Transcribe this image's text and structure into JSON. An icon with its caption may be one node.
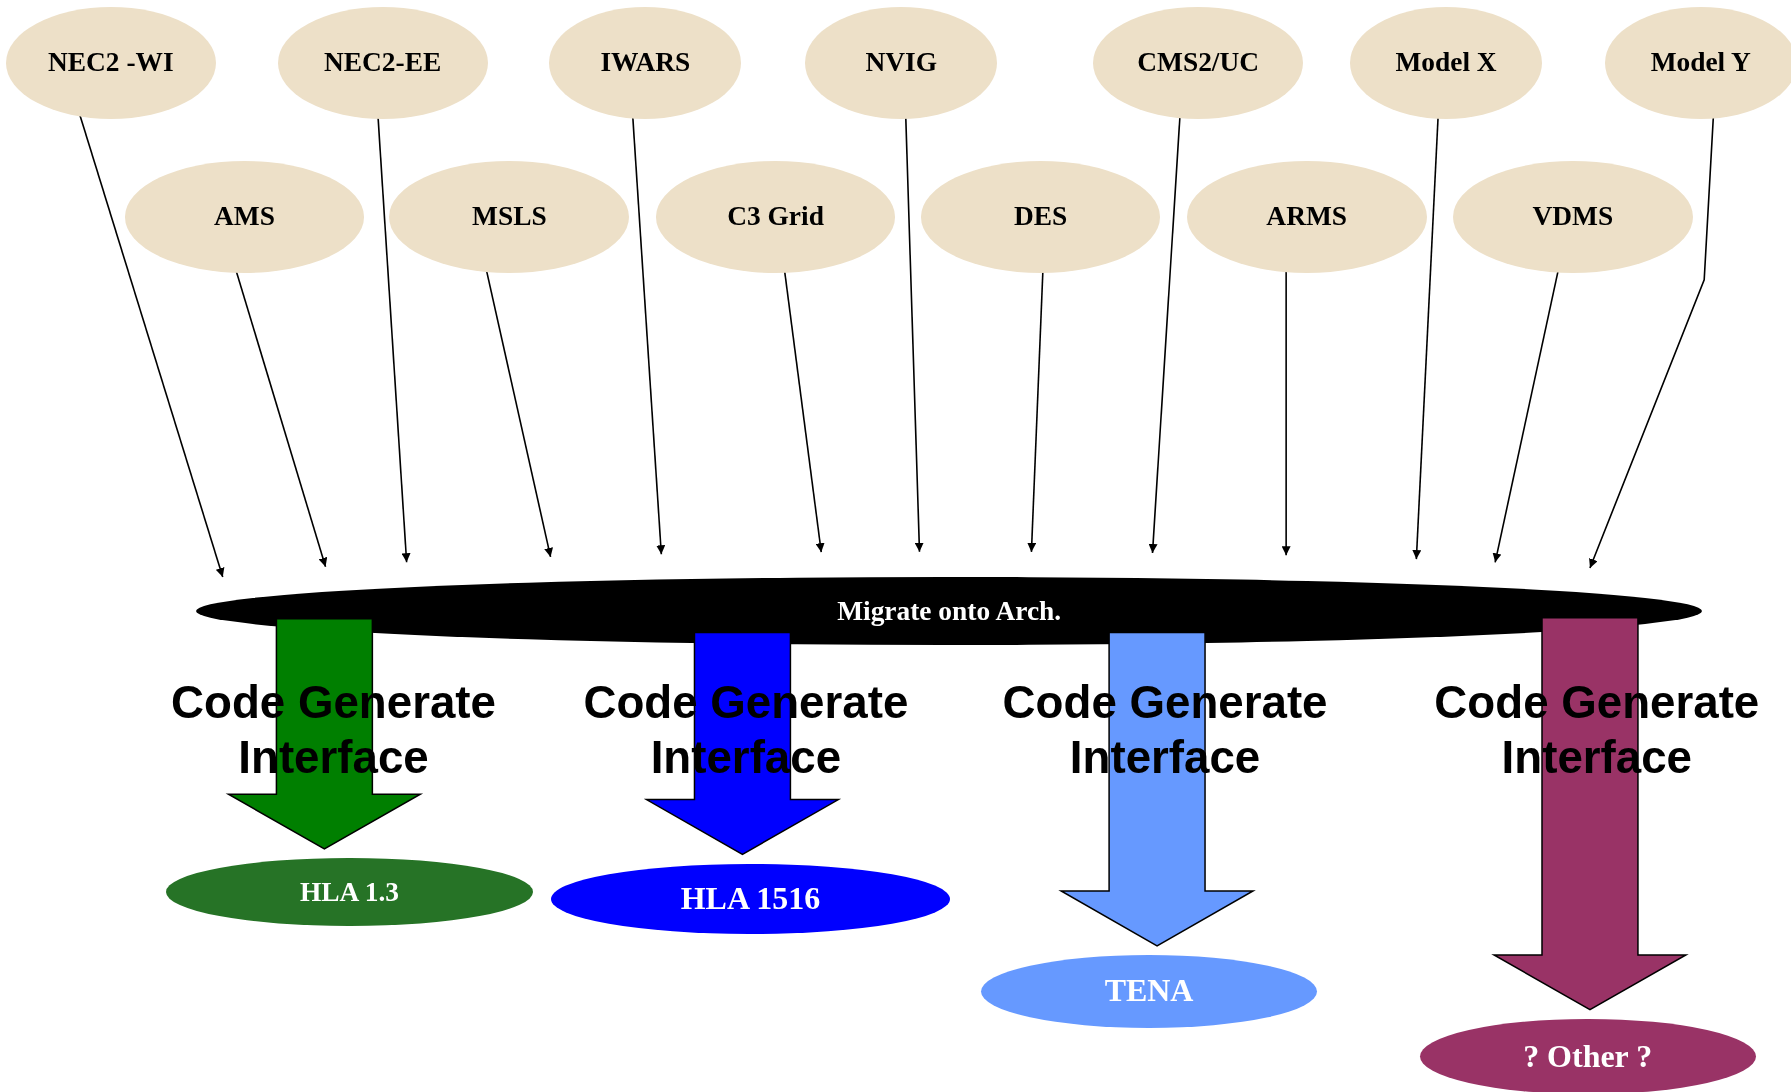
{
  "diagram": {
    "nodes": [
      {
        "text": [
          "NEC2 -WI"
        ]
      },
      {
        "text": [
          "NEC2-EE"
        ]
      },
      {
        "text": [
          "IWARS"
        ]
      },
      {
        "text": [
          "NVIG"
        ]
      },
      {
        "text": [
          "CMS2/UC"
        ]
      },
      {
        "text": [
          "Model X"
        ]
      },
      {
        "text": [
          "Model Y"
        ]
      },
      {
        "text": [
          "AMS"
        ]
      },
      {
        "text": [
          "MSLS"
        ]
      },
      {
        "text": [
          "C3 Grid"
        ]
      },
      {
        "text": [
          "DES"
        ]
      },
      {
        "text": [
          "ARMS"
        ]
      },
      {
        "text": [
          "VDMS"
        ]
      },
      {
        "text": [
          "Migrate onto Arch."
        ]
      },
      {
        "text": [
          "HLA 1.3"
        ]
      },
      {
        "text": [
          "HLA 1516"
        ]
      },
      {
        "text": [
          "TENA"
        ]
      },
      {
        "text": [
          "? Other ?"
        ]
      }
    ],
    "edges": [
      {
        "from": 0,
        "to": 13,
        "arrow": "to"
      },
      {
        "from": 7,
        "to": 13,
        "arrow": "to"
      },
      {
        "from": 1,
        "to": 13,
        "arrow": "to"
      },
      {
        "from": 8,
        "to": 13,
        "arrow": "to"
      },
      {
        "from": 2,
        "to": 13,
        "arrow": "to"
      },
      {
        "from": 9,
        "to": 13,
        "arrow": "to"
      },
      {
        "from": 3,
        "to": 13,
        "arrow": "to"
      },
      {
        "from": 10,
        "to": 13,
        "arrow": "to"
      },
      {
        "from": 4,
        "to": 13,
        "arrow": "to"
      },
      {
        "from": 11,
        "to": 13,
        "arrow": "to"
      },
      {
        "from": 5,
        "to": 13,
        "arrow": "to"
      },
      {
        "from": 12,
        "to": 13,
        "arrow": "to"
      },
      {
        "from": 6,
        "to": 13,
        "arrow": "to"
      },
      {
        "from": 13,
        "to": 14,
        "arrow": "to",
        "label": "Code Generate Interface",
        "style": "thick",
        "color": "#007f00"
      },
      {
        "from": 13,
        "to": 15,
        "arrow": "to",
        "label": "Code Generate Interface",
        "style": "thick",
        "color": "#0000ff"
      },
      {
        "from": 13,
        "to": 16,
        "arrow": "to",
        "label": "Code Generate Interface",
        "style": "thick",
        "color": "#6699ff"
      },
      {
        "from": 13,
        "to": 17,
        "arrow": "to",
        "label": "Code Generate Interface",
        "style": "thick",
        "color": "#993366"
      }
    ]
  }
}
